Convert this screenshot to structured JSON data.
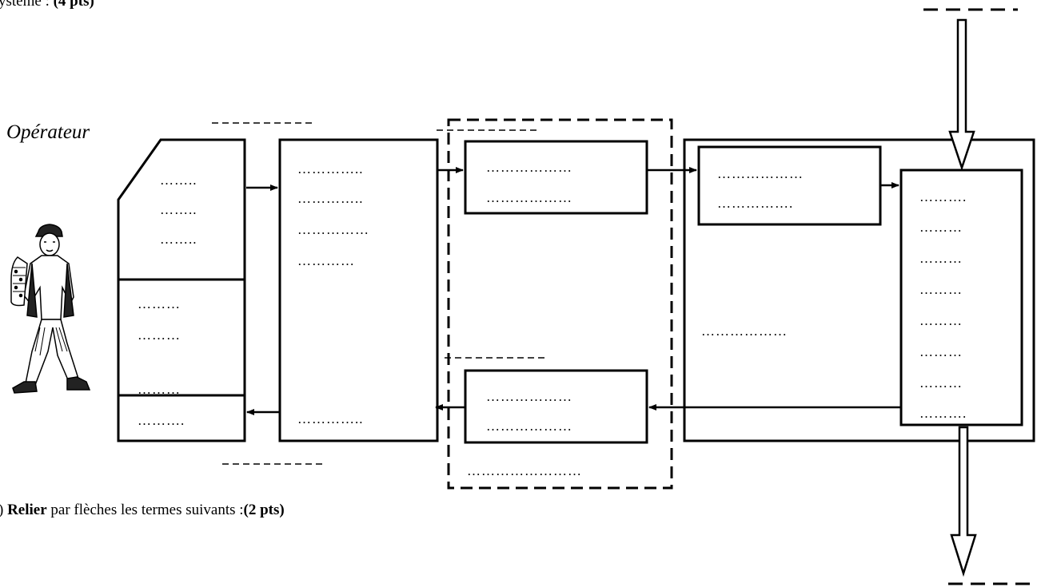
{
  "header": {
    "prefix": "ystème : ",
    "points": "(4 pts)"
  },
  "operator_label": "Opérateur",
  "left_block": {
    "top_lines": [
      "……..",
      "……..",
      "…….."
    ],
    "middle_lines": [
      "………",
      "………",
      "………"
    ],
    "bottom_line": "………."
  },
  "second_block": {
    "lines": [
      "…………..",
      "…………..",
      "……………",
      "…………"
    ],
    "bottom_line": "………….."
  },
  "third_top_box": {
    "lines": [
      "………………",
      "………………"
    ]
  },
  "third_bottom_box": {
    "lines": [
      "………………",
      "………………"
    ]
  },
  "third_dashed_label": "……………………",
  "fourth_top_box": {
    "lines": [
      "………………",
      "……………."
    ]
  },
  "fourth_middle_text": "………………",
  "right_column_lines": [
    "……….",
    "………",
    "………",
    "………",
    "………",
    "………",
    "………",
    "………."
  ],
  "footer": {
    "prefix": ") ",
    "bold_word": "Relier",
    "text": " par flèches les termes suivants :",
    "points": "(2 pts)"
  }
}
